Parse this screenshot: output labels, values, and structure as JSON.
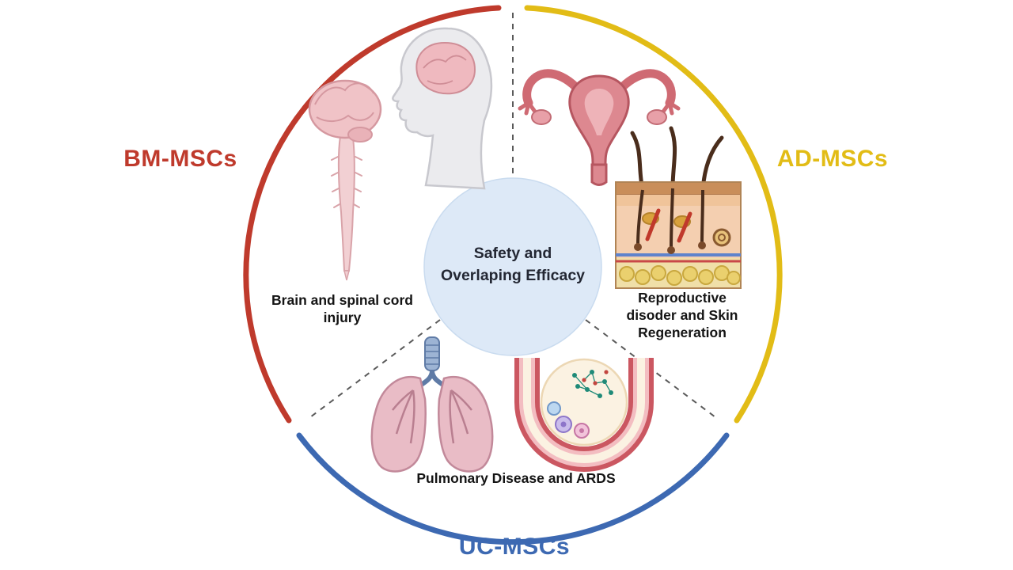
{
  "figure": {
    "title_semantic": "MSC sources — safety and overlapping efficacy diagram",
    "center": {
      "line1": "Safety and",
      "line2": "Overlaping Efficacy",
      "fill": "#dde9f7"
    },
    "sectors": {
      "bm": {
        "label": "BM-MSCs",
        "caption": "Brain and spinal cord injury",
        "color": "#bf3a2c",
        "icons": [
          "brain-spinal-cord-icon",
          "head-profile-brain-icon"
        ]
      },
      "ad": {
        "label": "AD-MSCs",
        "caption": "Reproductive disoder and Skin Regeneration",
        "color": "#e2bc16",
        "icons": [
          "uterus-icon",
          "skin-cross-section-icon"
        ]
      },
      "uc": {
        "label": "UC-MSCs",
        "caption": "Pulmonary Disease and ARDS",
        "color": "#3d69b2",
        "icons": [
          "lungs-icon",
          "blood-vessel-icon"
        ]
      }
    }
  }
}
